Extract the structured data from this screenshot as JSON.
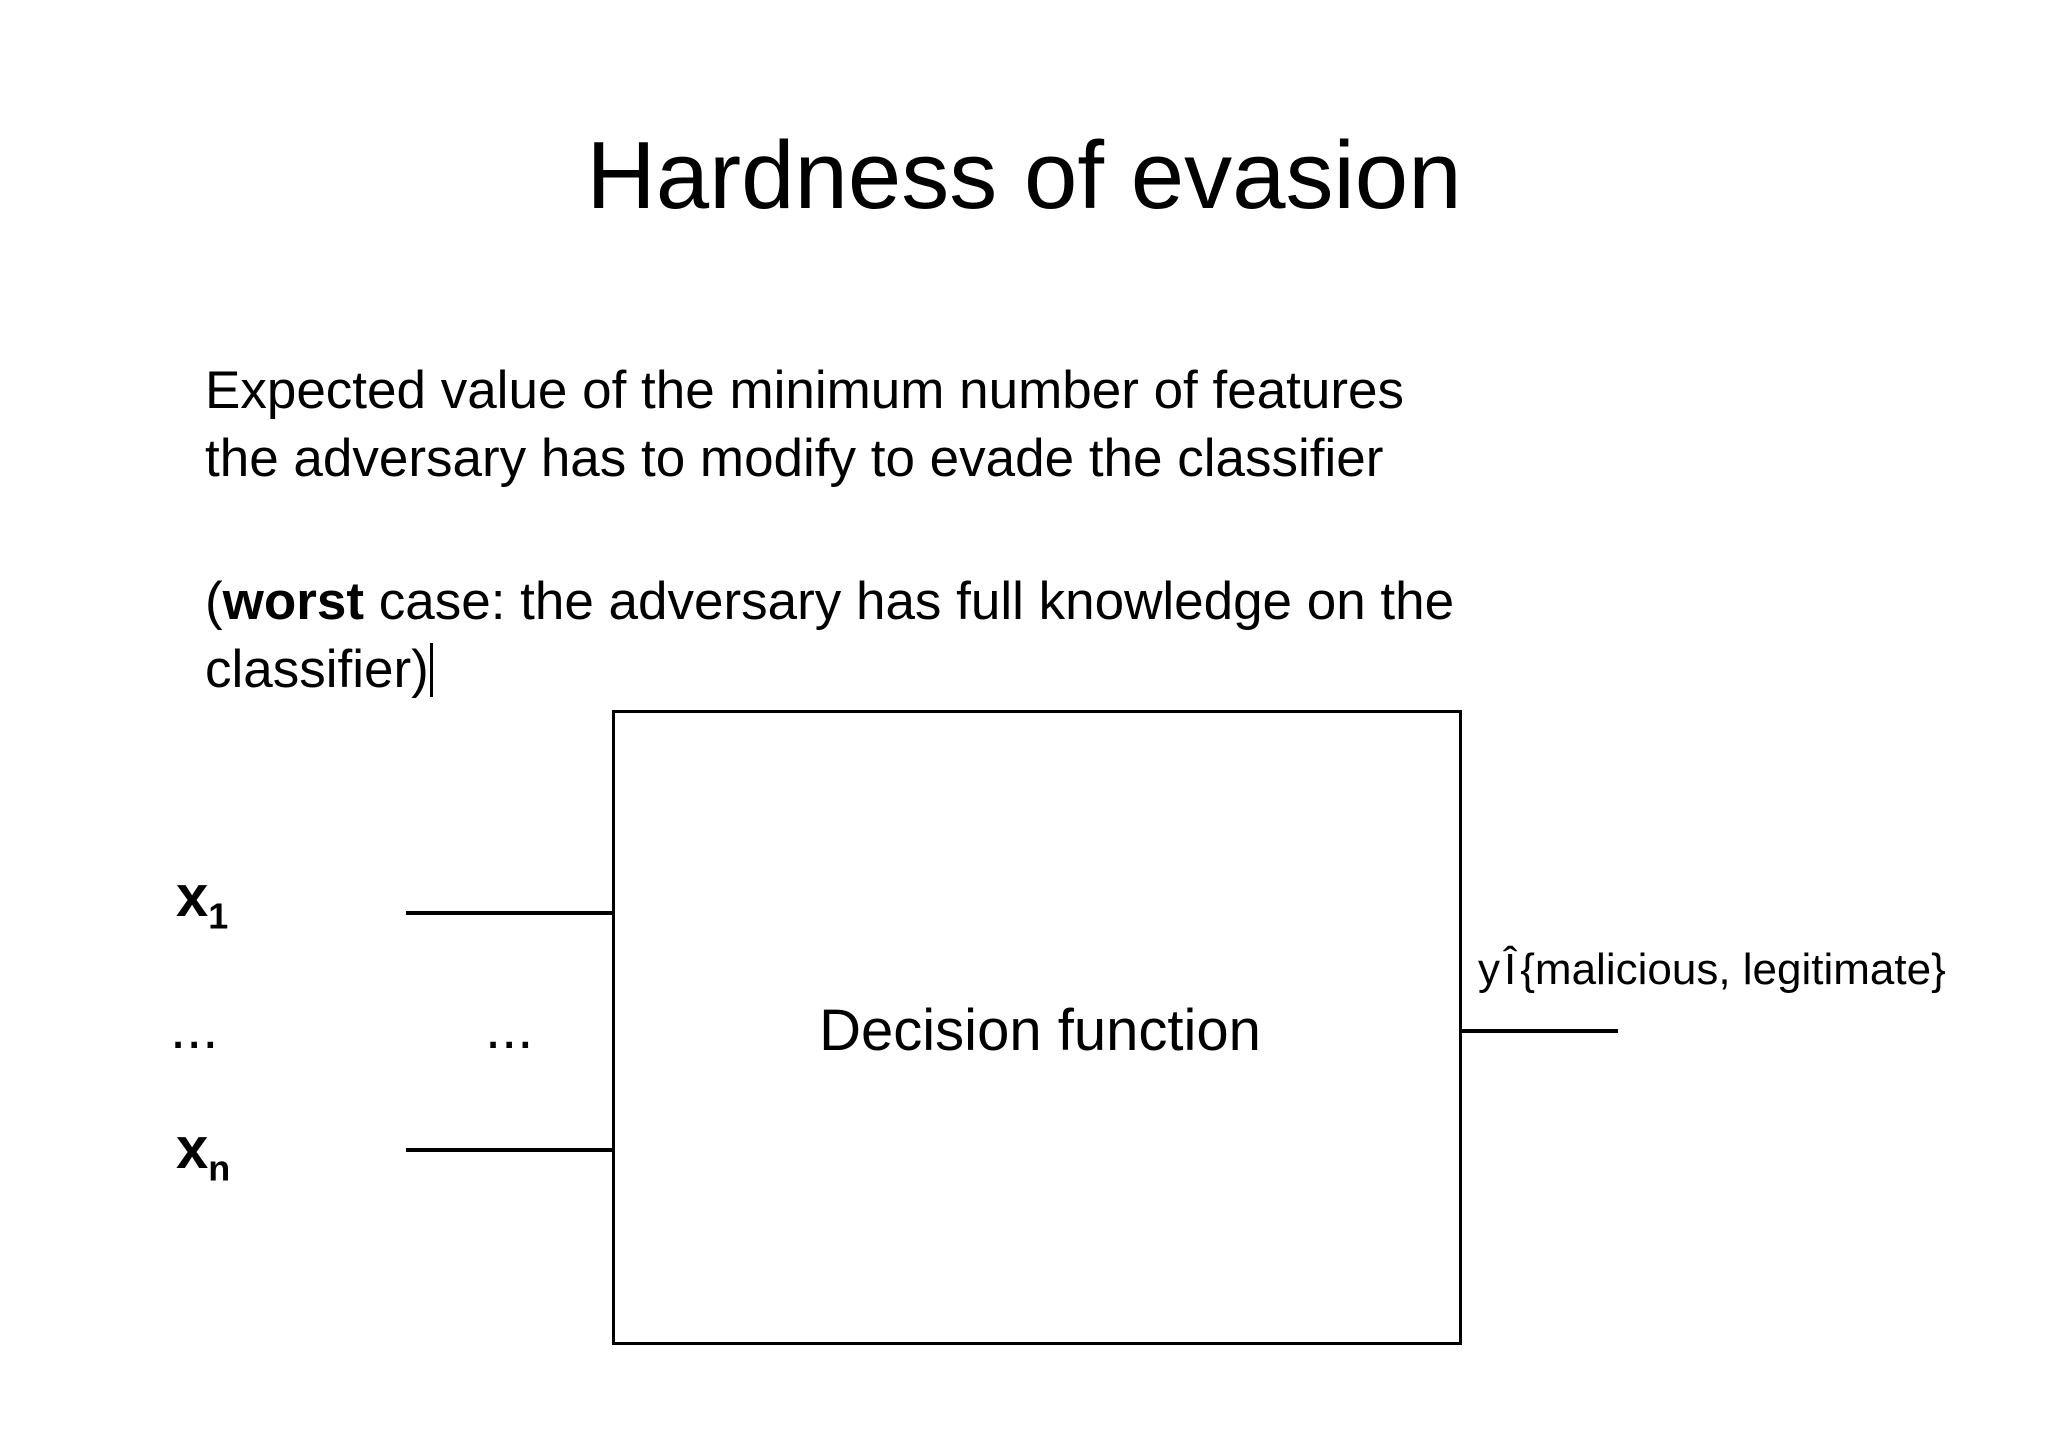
{
  "slide": {
    "title": "Hardness of evasion",
    "background_color": "#ffffff",
    "text_color": "#000000"
  },
  "body": {
    "paragraph_1": {
      "line_1": "Expected value of the minimum number of features",
      "line_2": "the adversary has to modify to evade the classifier"
    },
    "paragraph_2": {
      "line_1_prefix": "(",
      "line_1_bold": "worst",
      "line_1_suffix": " case: the adversary has full knowledge on the",
      "line_2": "classifier)"
    }
  },
  "diagram": {
    "box_label": "Decision function",
    "inputs": [
      {
        "name": "x",
        "subscript": "1"
      },
      {
        "name": "x",
        "subscript": "n"
      }
    ],
    "ellipsis_left": "...",
    "ellipsis_middle": "...",
    "output": {
      "variable": "y",
      "element_of_symbol": "Î",
      "set": "{malicious, legitimate}"
    }
  }
}
